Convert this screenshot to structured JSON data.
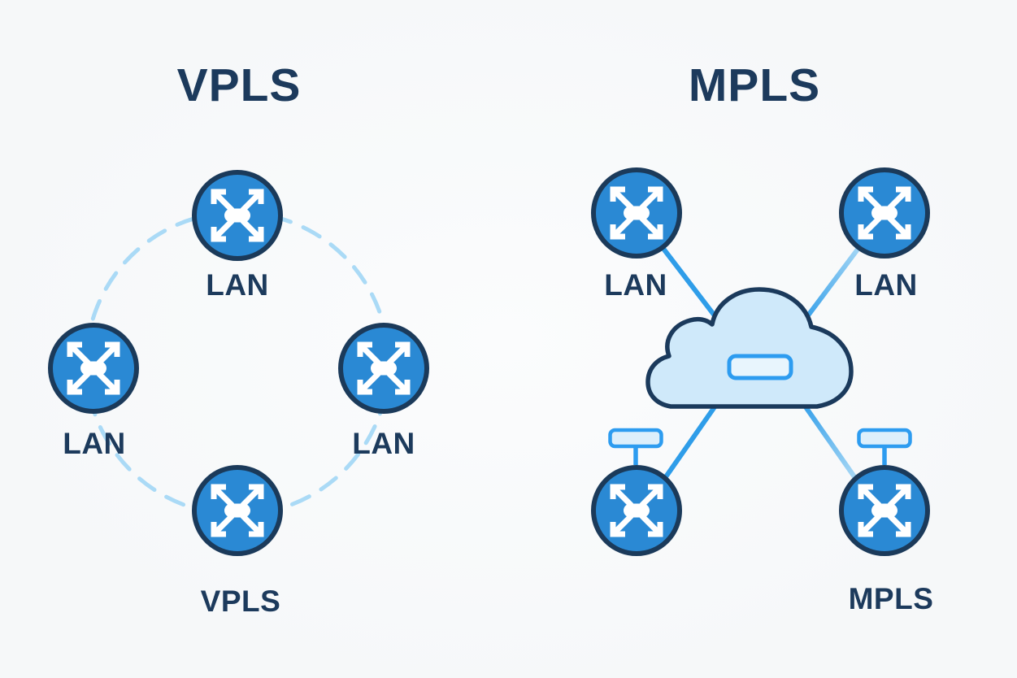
{
  "page": {
    "background": "#f6f8f9"
  },
  "colors": {
    "page_bg": "#f6f8f9",
    "navy": "#1c3a5c",
    "router_blue": "#2a89d4",
    "router_border": "#1b3a5a",
    "line_blue": "#2f9de9",
    "line_blue_light": "#a8d8f5",
    "ring_blue": "#aadaf6",
    "cloud_fill": "#cfe9fa",
    "cloud_border": "#1b3a5c",
    "pill_stroke": "#2d9cf0",
    "pill_fill": "#e8f5fd",
    "tag_stroke": "#2d9cf0",
    "tag_fill": "#ddeffb",
    "icon_white": "#ffffff"
  },
  "vpls_diagram": {
    "title": "VPLS",
    "connector_style": "dashed-ring",
    "nodes": {
      "top": {
        "label": "LAN",
        "icon": "router-icon"
      },
      "left": {
        "label": "LAN",
        "icon": "router-icon"
      },
      "right": {
        "label": "LAN",
        "icon": "router-icon"
      },
      "bottom": {
        "label": "VPLS",
        "icon": "router-icon"
      }
    }
  },
  "mpls_diagram": {
    "title": "MPLS",
    "connector_style": "hub-and-spoke",
    "center": {
      "icon": "cloud-icon"
    },
    "nodes": {
      "top_left": {
        "label": "LAN",
        "icon": "router-icon"
      },
      "top_right": {
        "label": "LAN",
        "icon": "router-icon"
      },
      "bottom_left": {
        "label": "",
        "icon": "router-icon",
        "tag": "label-tag-icon"
      },
      "bottom_right": {
        "label": "MPLS",
        "icon": "router-icon",
        "tag": "label-tag-icon"
      }
    }
  }
}
